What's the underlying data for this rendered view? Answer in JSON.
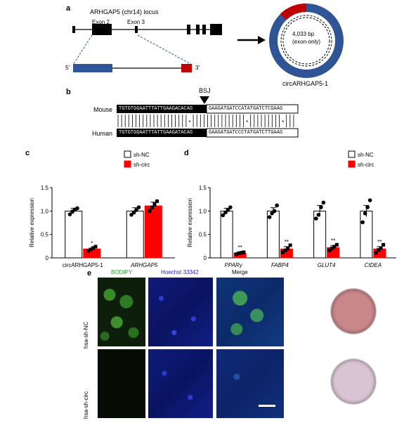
{
  "panels": {
    "a": {
      "label": "a",
      "locus_title": "ARHGAP5 (chr14) locus",
      "exon2": "Exon 2",
      "exon3": "Exon 3",
      "five_prime": "5′",
      "three_prime": "3′",
      "circle_size": "4,033 bp",
      "circle_note": "(exon-only)",
      "circle_name": "circARHGAP5-1"
    },
    "b": {
      "label": "b",
      "bsj": "BSJ",
      "mouse_label": "Mouse",
      "human_label": "Human",
      "mouse_left": "TGTGTGGAATTTATTGAAGACACAG",
      "mouse_right": "GAAGATGATCCATATGATCTCGAAG",
      "human_left": "TGTGTGGAATTTATTGAAGATACAG",
      "human_right": "GAAGATGATCCCTATGATCTTGAAG"
    },
    "c": {
      "label": "c",
      "legend": [
        "sh-NC",
        "sh-circ"
      ],
      "ylabel": "Relative expression"
    },
    "d": {
      "label": "d",
      "legend": [
        "sh-NC",
        "sh-circ"
      ],
      "ylabel": "Relative expression"
    },
    "e": {
      "label": "e",
      "col_titles": [
        "BODIPY",
        "Hoechst 33342",
        "Merge"
      ],
      "row_titles": [
        "hsa-sh-NC",
        "hsa-sh-circ"
      ]
    }
  },
  "colors": {
    "exon_blue": "#2f5597",
    "exon_red": "#c00000",
    "sh_nc": "#ffffff",
    "sh_circ": "#ff0000",
    "bodipy_label": "#2a9a2a",
    "hoechst_label": "#2323c8"
  },
  "chart_data": [
    {
      "panel": "c",
      "type": "bar",
      "categories": [
        "circARHGAP5-1",
        "ARHGAP5"
      ],
      "category_italic": [
        false,
        true
      ],
      "series": [
        {
          "name": "sh-NC",
          "values": [
            1.0,
            1.0
          ],
          "errors": [
            0.06,
            0.07
          ],
          "points": [
            [
              0.93,
              0.99,
              1.03,
              1.06
            ],
            [
              0.92,
              0.97,
              1.02,
              1.08
            ]
          ]
        },
        {
          "name": "sh-circ",
          "values": [
            0.19,
            1.11
          ],
          "errors": [
            0.02,
            0.08
          ],
          "points": [
            [
              0.15,
              0.18,
              0.21,
              0.24
            ],
            [
              1.0,
              1.08,
              1.14,
              1.21
            ]
          ]
        }
      ],
      "significance": [
        [
          "",
          "*"
        ],
        [
          "",
          ""
        ]
      ],
      "ylabel": "Relative expression",
      "ylim": [
        0,
        1.5
      ],
      "yticks": [
        "0",
        "0.5",
        "1.0",
        "1.5"
      ]
    },
    {
      "panel": "d",
      "type": "bar",
      "categories": [
        "PPARγ",
        "FABP4",
        "GLUT4",
        "CIDEA"
      ],
      "category_italic": [
        true,
        true,
        true,
        true
      ],
      "series": [
        {
          "name": "sh-NC",
          "values": [
            1.0,
            1.0,
            1.0,
            1.0
          ],
          "errors": [
            0.06,
            0.07,
            0.12,
            0.12
          ],
          "points": [
            [
              0.91,
              0.97,
              1.02,
              1.08
            ],
            [
              0.87,
              0.95,
              1.0,
              1.12
            ],
            [
              0.84,
              0.92,
              1.08,
              1.18
            ],
            [
              0.76,
              0.95,
              1.08,
              1.23
            ]
          ]
        },
        {
          "name": "sh-circ",
          "values": [
            0.1,
            0.19,
            0.22,
            0.19
          ],
          "errors": [
            0.02,
            0.05,
            0.04,
            0.05
          ],
          "points": [
            [
              0.08,
              0.1,
              0.11,
              0.12
            ],
            [
              0.12,
              0.16,
              0.2,
              0.27
            ],
            [
              0.16,
              0.2,
              0.24,
              0.28
            ],
            [
              0.11,
              0.17,
              0.21,
              0.28
            ]
          ]
        }
      ],
      "significance": [
        [
          "",
          "**"
        ],
        [
          "",
          "**"
        ],
        [
          "",
          "**"
        ],
        [
          "",
          "**"
        ]
      ],
      "ylabel": "Relative expression",
      "ylim": [
        0,
        1.5
      ],
      "yticks": [
        "0",
        "0.5",
        "1.0",
        "1.5"
      ]
    }
  ]
}
